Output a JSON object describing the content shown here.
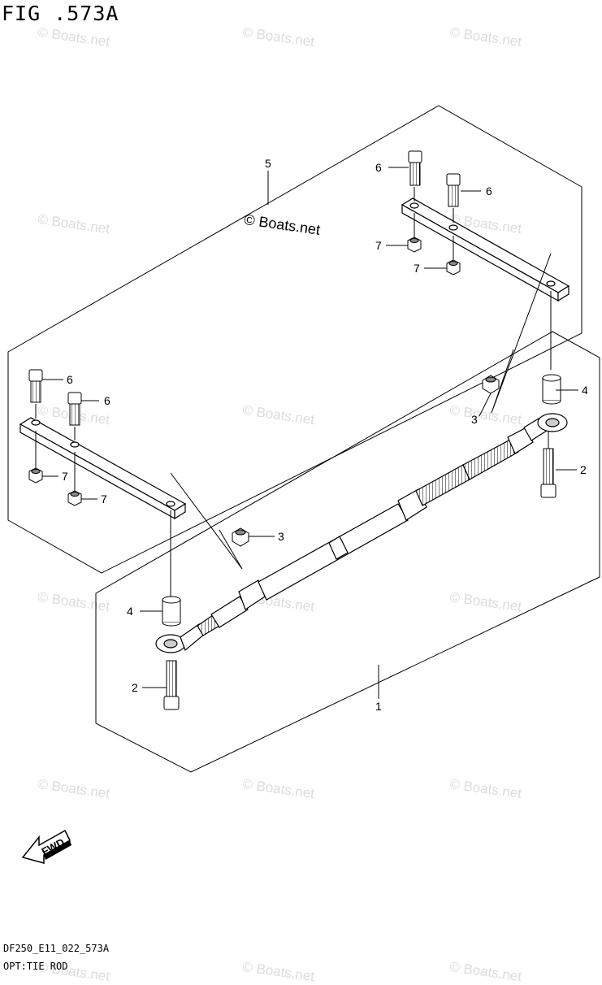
{
  "figure": {
    "title": "FIG .573A",
    "code": "DF250_E11_022_573A",
    "name": "OPT:TIE ROD"
  },
  "watermark": {
    "text": "© Boats.net",
    "main_text": "© Boats.net"
  },
  "callouts": {
    "c1": "1",
    "c2a": "2",
    "c2b": "2",
    "c3a": "3",
    "c3b": "3",
    "c4a": "4",
    "c4b": "4",
    "c5": "5",
    "c6a": "6",
    "c6b": "6",
    "c6c": "6",
    "c6d": "6",
    "c7a": "7",
    "c7b": "7",
    "c7c": "7",
    "c7d": "7"
  },
  "fwd": {
    "label": "FWD"
  }
}
